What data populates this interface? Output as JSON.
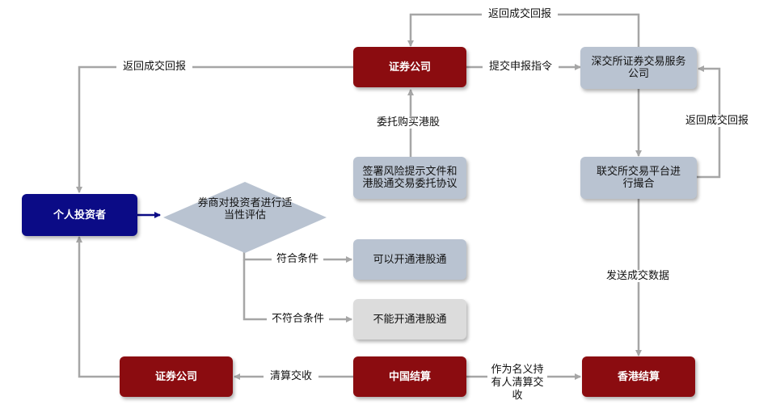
{
  "nodes": {
    "broker_top": "证券公司",
    "szse_service": "深交所证券交易服务公司",
    "sign_docs": "签署风险提示文件和港股通交易委托协议",
    "hkex_match": "联交所交易平台进行撮合",
    "investor": "个人投资者",
    "suitability": "券商对投资者进行适当性评估",
    "can_open": "可以开通港股通",
    "cannot_open": "不能开通港股通",
    "broker_bottom": "证券公司",
    "chinaclear": "中国结算",
    "hkclear": "香港结算"
  },
  "edges": {
    "return_report_top": "返回成交回报",
    "return_report_left": "返回成交回报",
    "submit_order": "提交申报指令",
    "entrust_buy": "委托购买港股",
    "return_report_right": "返回成交回报",
    "send_trade_data": "发送成交数据",
    "meets_criteria": "符合条件",
    "not_meets_criteria": "不符合条件",
    "clearing_settlement": "清算交收",
    "nominee_clearing": "作为名义持有人清算交收"
  },
  "colors": {
    "dark_red": "#8b0c10",
    "navy": "#0b0b86",
    "blue_gray": "#b9c3d1",
    "light_gray": "#dcdcdc",
    "connector": "#a6a6a6"
  }
}
